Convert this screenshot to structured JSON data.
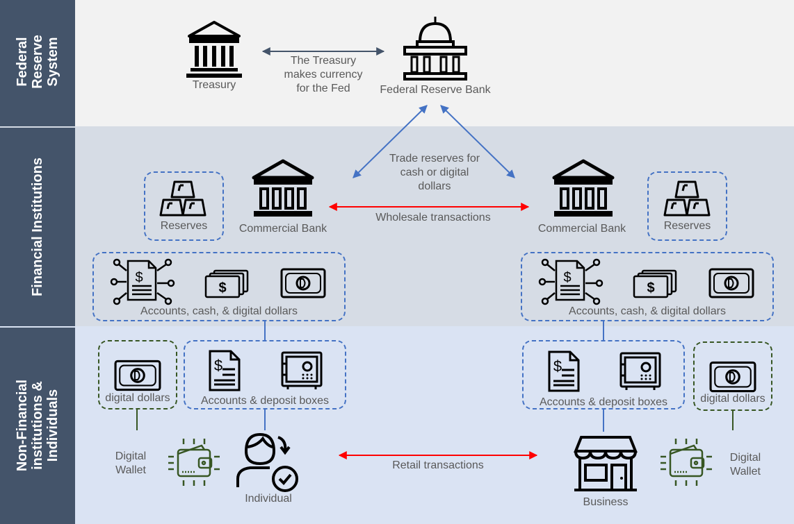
{
  "sections": {
    "federal": "Federal\nReserve\nSystem",
    "financial": "Financial Institutions",
    "nonfinancial": "Non-Financial\ninstitutions &\nIndividuals"
  },
  "nodes": {
    "treasury": "Treasury",
    "fed_bank": "Federal Reserve Bank",
    "commercial_bank_left": "Commercial Bank",
    "commercial_bank_right": "Commercial Bank",
    "reserves_left": "Reserves",
    "reserves_right": "Reserves",
    "accounts_left": "Accounts, cash, & digital dollars",
    "accounts_right": "Accounts, cash, & digital dollars",
    "deposit_left": "Accounts & deposit boxes",
    "deposit_right": "Accounts & deposit boxes",
    "digital_dollars_left": "digital dollars",
    "digital_dollars_right": "digital dollars",
    "wallet_left": "Digital\nWallet",
    "wallet_right": "Digital\nWallet",
    "individual": "Individual",
    "business": "Business"
  },
  "edges": {
    "treasury_fed": "The Treasury\nmakes currency\nfor the Fed",
    "trade_reserves": "Trade reserves for\ncash or digital\ndollars",
    "wholesale": "Wholesale transactions",
    "retail": "Retail transactions"
  },
  "colors": {
    "sidebar": "#44546a",
    "federal_bg": "#f2f2f2",
    "financial_bg": "#d6dce5",
    "nonfinancial_bg": "#dae3f3",
    "blue_arrow": "#4472c4",
    "red_arrow": "#ff0000",
    "green": "#375623"
  }
}
